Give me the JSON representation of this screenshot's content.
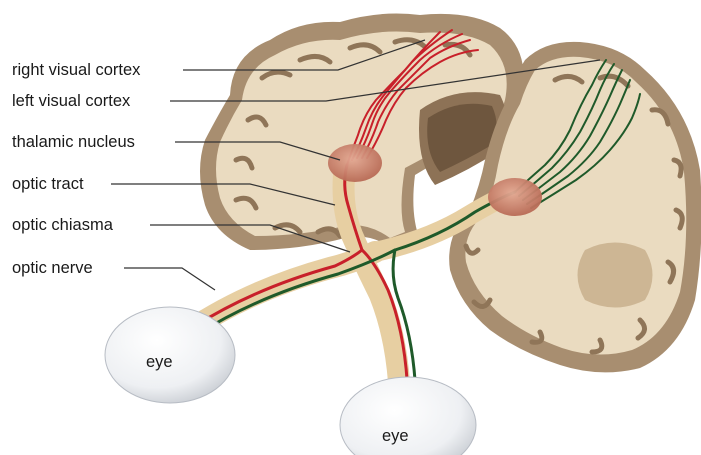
{
  "labels": {
    "right_visual_cortex": "right visual cortex",
    "left_visual_cortex": "left visual cortex",
    "thalamic_nucleus": "thalamic nucleus",
    "optic_tract": "optic tract",
    "optic_chiasma": "optic chiasma",
    "optic_nerve": "optic nerve",
    "eye_left": "eye",
    "eye_right": "eye"
  },
  "colors": {
    "red_pathway": "#c8202a",
    "green_pathway": "#1f5a2a",
    "white_matter": "#f1dfbf",
    "gray_matter": "#b39a7a",
    "nucleus": "#cf8a73",
    "leader_line": "#333333"
  }
}
